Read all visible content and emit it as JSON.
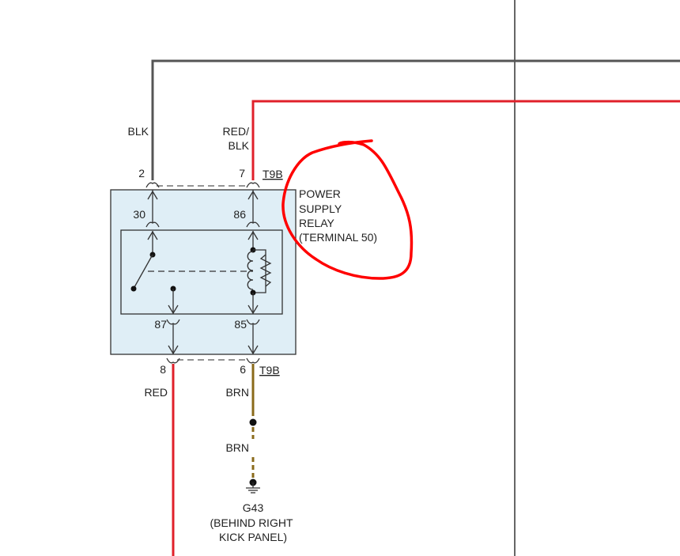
{
  "colors": {
    "wire_black": "#555555",
    "wire_red": "#e0202a",
    "wire_brown": "#8a6a1a",
    "relay_fill": "#dfeef6",
    "annotation": "#ff0000",
    "grid_line": "#666666"
  },
  "wires": {
    "blk_label": "BLK",
    "redblk_label_line1": "RED/",
    "redblk_label_line2": "BLK",
    "red_label": "RED",
    "brn_label_upper": "BRN",
    "brn_label_lower": "BRN"
  },
  "connector": {
    "top_pin_left": "2",
    "top_pin_right": "7",
    "top_connector": "T9B",
    "bottom_pin_left": "8",
    "bottom_pin_right": "6",
    "bottom_connector": "T9B"
  },
  "relay": {
    "title_line1": "POWER",
    "title_line2": "SUPPLY",
    "title_line3": "RELAY",
    "title_line4": "(TERMINAL 50)",
    "pin_30": "30",
    "pin_86": "86",
    "pin_87": "87",
    "pin_85": "85"
  },
  "ground": {
    "id": "G43",
    "location_line1": "(BEHIND RIGHT",
    "location_line2": "KICK PANEL)"
  }
}
